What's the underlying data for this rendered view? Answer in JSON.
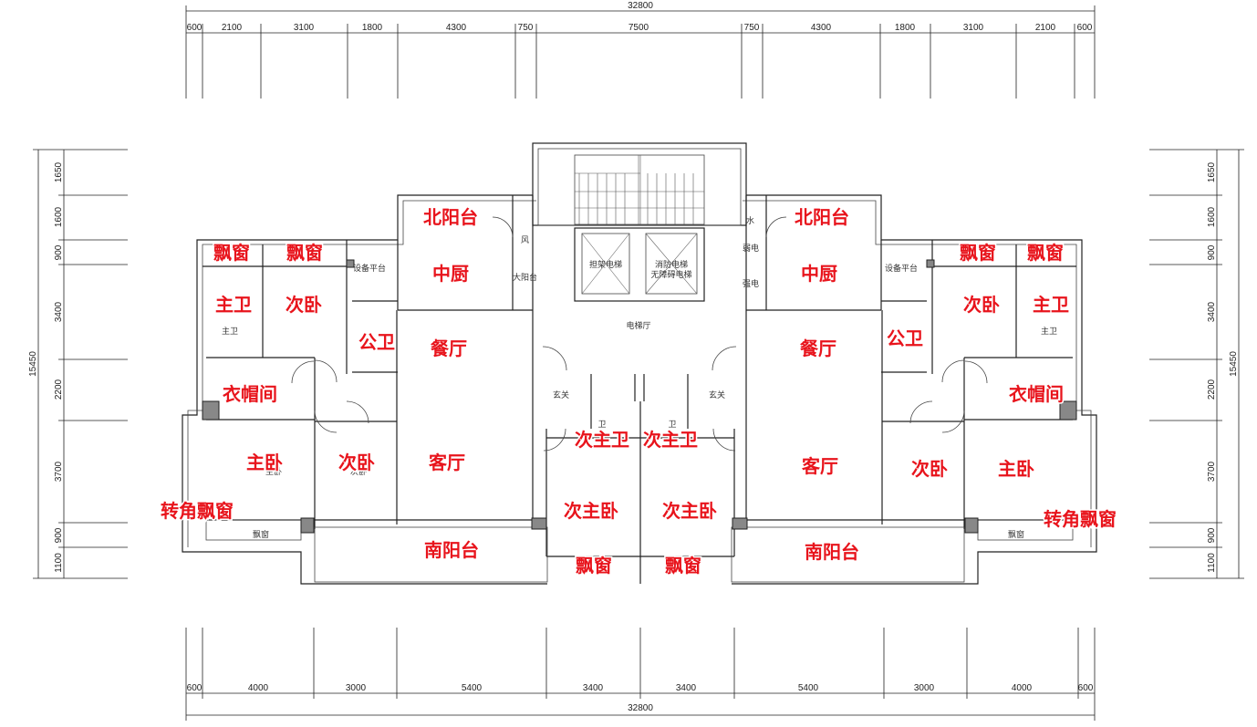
{
  "dimensions": {
    "top_total": "32800",
    "bottom_total": "32800",
    "top_segments": [
      "600",
      "2100",
      "3100",
      "1800",
      "4300",
      "750",
      "7500",
      "750",
      "4300",
      "1800",
      "3100",
      "2100",
      "600"
    ],
    "bottom_segments": [
      "600",
      "4000",
      "3000",
      "5400",
      "3400",
      "3400",
      "5400",
      "3000",
      "4000",
      "600"
    ],
    "left_total": "15450",
    "right_total": "15450",
    "side_segments": [
      "1650",
      "1600",
      "900",
      "3400",
      "2200",
      "3700",
      "900",
      "1100"
    ]
  },
  "small_labels": {
    "device_platform_left": "设备平台",
    "device_platform_right": "设备平台",
    "wind": "风",
    "water": "水",
    "weak_power": "弱电",
    "strong_power": "强电",
    "pipe_well": "大阳台",
    "elevator_1": "担架电梯",
    "elevator_2_line1": "消防电梯",
    "elevator_2_line2": "无障碍电梯",
    "elevator_hall": "电梯厅",
    "foyer_left": "玄关",
    "foyer_right": "玄关",
    "master_bath_left": "主卫",
    "master_bath_right": "主卫",
    "secondary_bed_small": "次卧",
    "master_small": "主卧",
    "wei_left": "卫",
    "wei_right": "卫",
    "bay_left": "飘窗",
    "bay_right": "飘窗"
  },
  "room_labels": {
    "north_balcony_left": "北阳台",
    "north_balcony_right": "北阳台",
    "bay_window_1": "飘窗",
    "bay_window_2": "飘窗",
    "bay_window_3": "飘窗",
    "bay_window_4": "飘窗",
    "bay_window_5": "飘窗",
    "bay_window_6": "飘窗",
    "kitchen_left": "中厨",
    "kitchen_right": "中厨",
    "master_bath_left": "主卫",
    "master_bath_right": "主卫",
    "secondary_bed_left_top": "次卧",
    "secondary_bed_right_top": "次卧",
    "public_bath_left": "公卫",
    "public_bath_right": "公卫",
    "dining_left": "餐厅",
    "dining_right": "餐厅",
    "cloakroom_left": "衣帽间",
    "cloakroom_right": "衣帽间",
    "master_bed_left": "主卧",
    "master_bed_right": "主卧",
    "secondary_bed_left_bottom": "次卧",
    "secondary_bed_right_bottom": "次卧",
    "living_left": "客厅",
    "living_right": "客厅",
    "corner_bay_left": "转角飘窗",
    "corner_bay_right": "转角飘窗",
    "second_master_bath_left": "次主卫",
    "second_master_bath_right": "次主卫",
    "second_master_bed_left": "次主卧",
    "second_master_bed_right": "次主卧",
    "south_balcony_left": "南阳台",
    "south_balcony_right": "南阳台"
  }
}
